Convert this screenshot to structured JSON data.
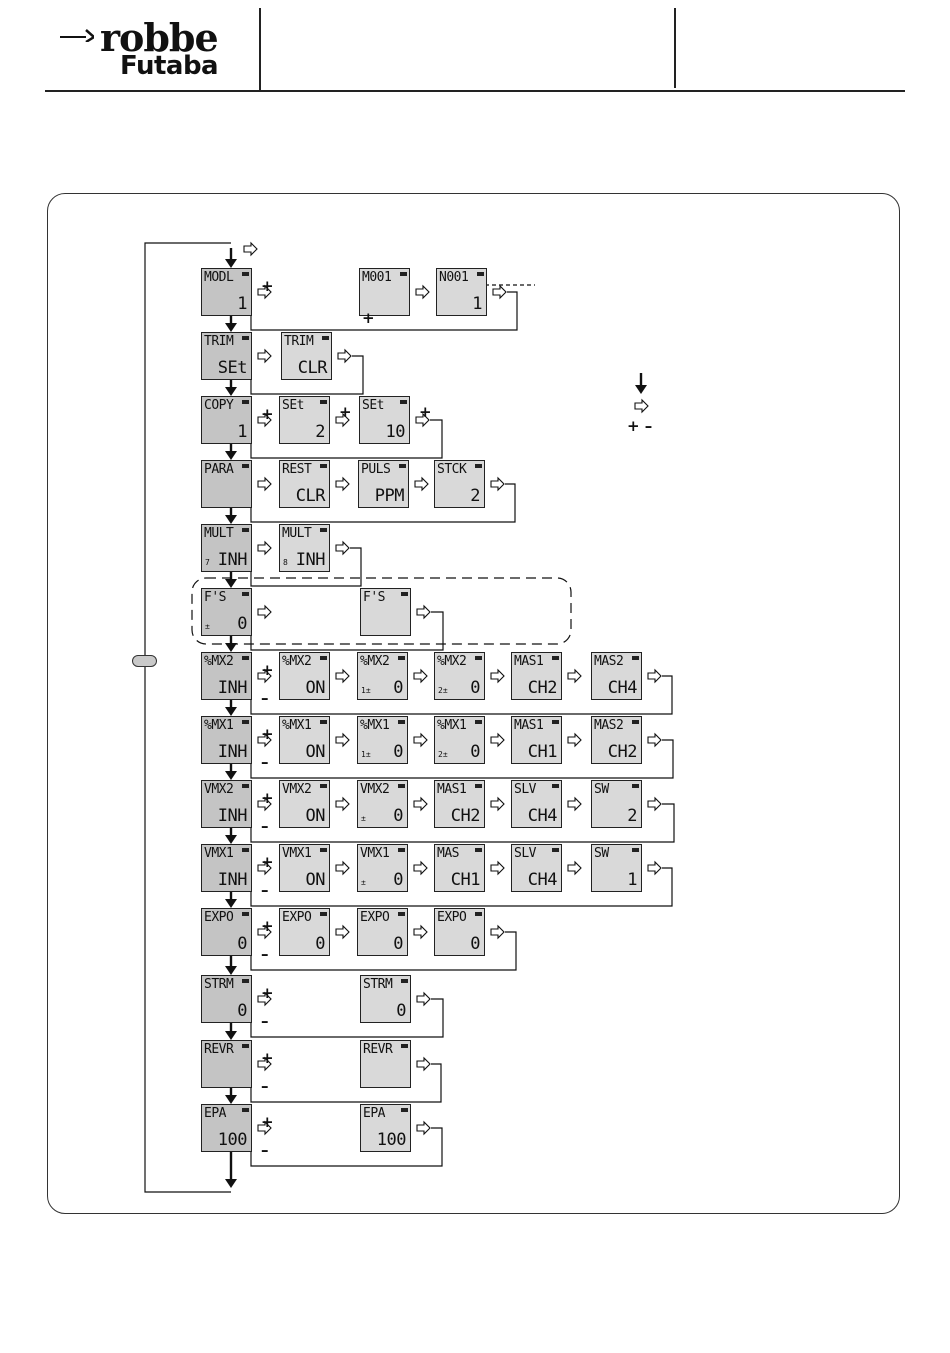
{
  "header": {
    "brand_top": "robbe",
    "brand_bottom": "Futaba"
  },
  "legend": {
    "plus_minus": "+ –"
  },
  "symbols": {
    "plus": "+",
    "minus": "–"
  },
  "rows": [
    {
      "id": "model",
      "screens": [
        {
          "l1": "MODL",
          "l2": "1"
        },
        {
          "l1": "M001",
          "l2": ""
        },
        {
          "l1": "N001",
          "l2": "1"
        }
      ]
    },
    {
      "id": "trim",
      "screens": [
        {
          "l1": "TRIM",
          "l2": "SEt"
        },
        {
          "l1": "TRIM",
          "l2": "CLR"
        }
      ]
    },
    {
      "id": "copy",
      "screens": [
        {
          "l1": "COPY",
          "l2": "1"
        },
        {
          "l1": "SEt",
          "l2": "2"
        },
        {
          "l1": "SEt",
          "l2": "10"
        }
      ]
    },
    {
      "id": "para",
      "screens": [
        {
          "l1": "PARA",
          "l2": ""
        },
        {
          "l1": "REST",
          "l2": "CLR"
        },
        {
          "l1": "PULS",
          "l2": "PPM"
        },
        {
          "l1": "STCK",
          "l2": "2"
        }
      ]
    },
    {
      "id": "mult",
      "screens": [
        {
          "l1": "MULT",
          "l2": "INH",
          "sm": "7"
        },
        {
          "l1": "MULT",
          "l2": "INH",
          "sm": "8"
        }
      ]
    },
    {
      "id": "fs",
      "screens": [
        {
          "l1": "F'S",
          "l2": "0",
          "sm": "±"
        },
        {
          "l1": "F'S",
          "l2": ""
        }
      ]
    },
    {
      "id": "vmix2a",
      "screens": [
        {
          "l1": "%MX2",
          "l2": "INH"
        },
        {
          "l1": "%MX2",
          "l2": "ON"
        },
        {
          "l1": "%MX2",
          "l2": "0",
          "sm": "1±"
        },
        {
          "l1": "%MX2",
          "l2": "0",
          "sm": "2±"
        },
        {
          "l1": "MAS1",
          "l2": "CH2"
        },
        {
          "l1": "MAS2",
          "l2": "CH4"
        }
      ]
    },
    {
      "id": "vmix1a",
      "screens": [
        {
          "l1": "%MX1",
          "l2": "INH"
        },
        {
          "l1": "%MX1",
          "l2": "ON"
        },
        {
          "l1": "%MX1",
          "l2": "0",
          "sm": "1±"
        },
        {
          "l1": "%MX1",
          "l2": "0",
          "sm": "2±"
        },
        {
          "l1": "MAS1",
          "l2": "CH1"
        },
        {
          "l1": "MAS2",
          "l2": "CH2"
        }
      ]
    },
    {
      "id": "mix2b",
      "screens": [
        {
          "l1": "VMX2",
          "l2": "INH"
        },
        {
          "l1": "VMX2",
          "l2": "ON"
        },
        {
          "l1": "VMX2",
          "l2": "0",
          "sm": "±"
        },
        {
          "l1": "MAS1",
          "l2": "CH2"
        },
        {
          "l1": "SLV",
          "l2": "CH4"
        },
        {
          "l1": "SW",
          "l2": "2"
        }
      ]
    },
    {
      "id": "mix1b",
      "screens": [
        {
          "l1": "VMX1",
          "l2": "INH"
        },
        {
          "l1": "VMX1",
          "l2": "ON"
        },
        {
          "l1": "VMX1",
          "l2": "0",
          "sm": "±"
        },
        {
          "l1": "MAS",
          "l2": "CH1"
        },
        {
          "l1": "SLV",
          "l2": "CH4"
        },
        {
          "l1": "SW",
          "l2": "1"
        }
      ]
    },
    {
      "id": "expo",
      "screens": [
        {
          "l1": "EXPO",
          "l2": "0"
        },
        {
          "l1": "EXPO",
          "l2": "0"
        },
        {
          "l1": "EXPO",
          "l2": "0"
        },
        {
          "l1": "EXPO",
          "l2": "0"
        }
      ]
    },
    {
      "id": "strm",
      "screens": [
        {
          "l1": "STRM",
          "l2": "0"
        },
        {
          "l1": "STRM",
          "l2": "0"
        }
      ]
    },
    {
      "id": "rev",
      "screens": [
        {
          "l1": "REVR",
          "l2": ""
        },
        {
          "l1": "REVR",
          "l2": ""
        }
      ]
    },
    {
      "id": "epa",
      "screens": [
        {
          "l1": "EPA",
          "l2": "100"
        },
        {
          "l1": "EPA",
          "l2": "100"
        }
      ]
    }
  ]
}
